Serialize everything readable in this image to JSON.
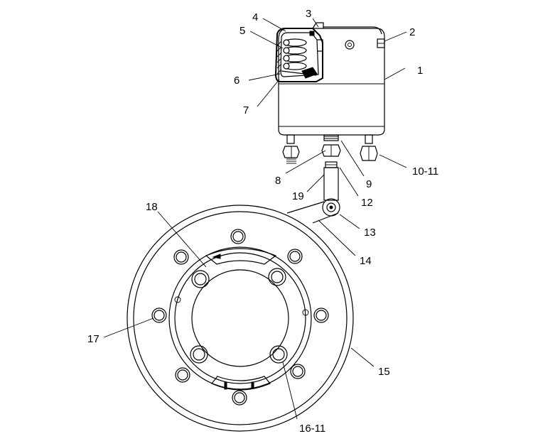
{
  "callouts": {
    "c1": "1",
    "c2": "2",
    "c3": "3",
    "c4": "4",
    "c5": "5",
    "c6": "6",
    "c7": "7",
    "c8": "8",
    "c9": "9",
    "c10": "10-11",
    "c12": "12",
    "c13": "13",
    "c14": "14",
    "c15": "15",
    "c16": "16-11",
    "c17": "17",
    "c18": "18",
    "c19": "19"
  }
}
